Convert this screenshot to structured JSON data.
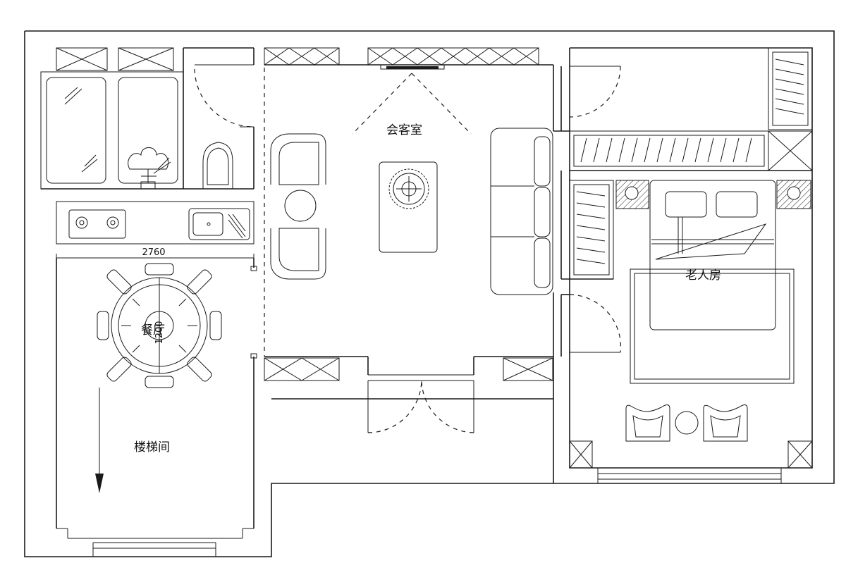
{
  "rooms": {
    "living_room": "会客室",
    "elderly_room": "老人房",
    "dining": "餐厅",
    "stairwell": "楼梯间"
  },
  "dimensions": {
    "counter_length": "2760",
    "table_diameter": "1200"
  }
}
